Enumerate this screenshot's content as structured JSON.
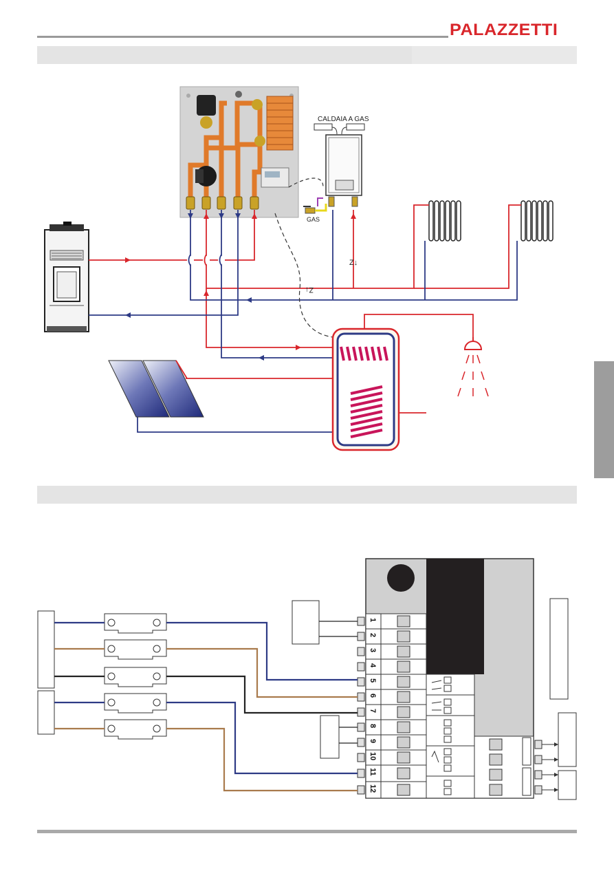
{
  "header": {
    "brand": "PALAZZETTI"
  },
  "diagram1": {
    "boiler_label": "CALDAIA A GAS",
    "gas_label": "GAS",
    "z_label": "Z↓",
    "z_label_2": "Z↓"
  },
  "diagram2": {
    "terminals": [
      "1",
      "2",
      "3",
      "4",
      "5",
      "6",
      "7",
      "8",
      "9",
      "10",
      "11",
      "12"
    ]
  },
  "colors": {
    "brand": "#d9262b",
    "hot": "#d9262b",
    "cold": "#2d3a85",
    "copper": "#e07a2a",
    "neutral": "#a97a4c"
  }
}
